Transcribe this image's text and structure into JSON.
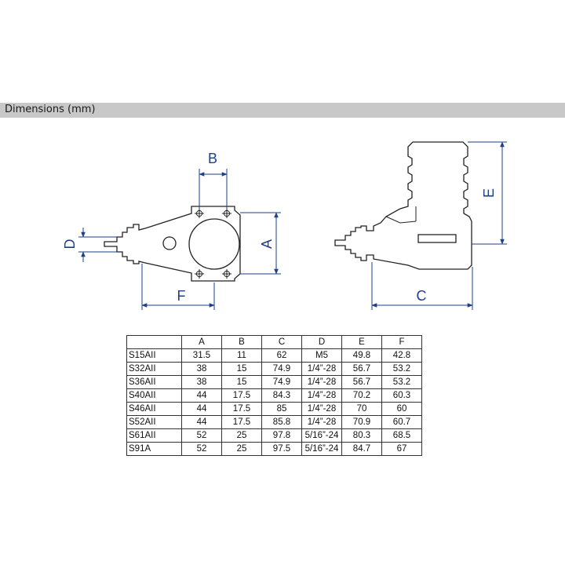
{
  "header": {
    "title": "Dimensions (mm)"
  },
  "drawing": {
    "labels": {
      "a": "A",
      "b": "B",
      "c": "C",
      "d": "D",
      "e": "E",
      "f": "F"
    },
    "colors": {
      "outline": "#222222",
      "dimension": "#1e3f8a"
    }
  },
  "table": {
    "columns": [
      "",
      "A",
      "B",
      "C",
      "D",
      "E",
      "F"
    ],
    "rows": [
      [
        "S15AII",
        "31.5",
        "11",
        "62",
        "M5",
        "49.8",
        "42.8"
      ],
      [
        "S32AII",
        "38",
        "15",
        "74.9",
        "1/4”-28",
        "56.7",
        "53.2"
      ],
      [
        "S36AII",
        "38",
        "15",
        "74.9",
        "1/4”-28",
        "56.7",
        "53.2"
      ],
      [
        "S40AII",
        "44",
        "17.5",
        "84.3",
        "1/4”-28",
        "70.2",
        "60.3"
      ],
      [
        "S46AII",
        "44",
        "17.5",
        "85",
        "1/4”-28",
        "70",
        "60"
      ],
      [
        "S52AII",
        "44",
        "17.5",
        "85.8",
        "1/4”-28",
        "70.9",
        "60.7"
      ],
      [
        "S61AII",
        "52",
        "25",
        "97.8",
        "5/16”-24",
        "80.3",
        "68.5"
      ],
      [
        "S91A",
        "52",
        "25",
        "97.5",
        "5/16”-24",
        "84.7",
        "67"
      ]
    ]
  }
}
